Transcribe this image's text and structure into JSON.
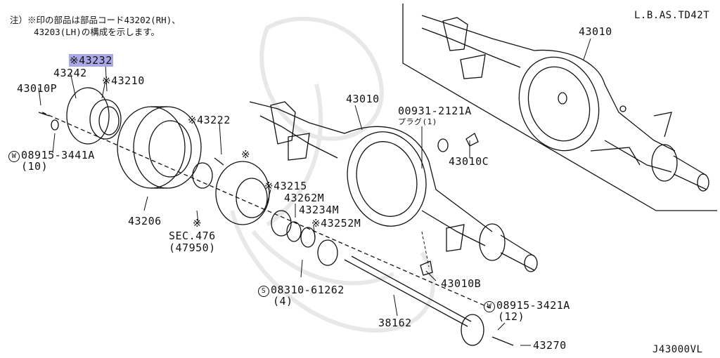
{
  "header": {
    "code": "L.B.AS.TD42T",
    "note_line1": "注）※印の部品は部品コード43202(RH)、",
    "note_line2": "43203(LH)の構成を示します。"
  },
  "footer": {
    "diagram_id": "J43000VL"
  },
  "parts": {
    "p43232": "※43232",
    "p43242": "43242",
    "p43210": "※43210",
    "p43010p": "43010P",
    "p08915_3441a": "08915-3441A",
    "p08915_3441a_qty": "(10)",
    "p43222": "※43222",
    "star1": "※",
    "p43206": "43206",
    "p43215": "※43215",
    "p43262m": "43262M",
    "p43234m": "43234M",
    "p43252m": "※43252M",
    "star2": "※",
    "sec476": "SEC.476",
    "sec476_sub": "(47950)",
    "p43010_mid": "43010",
    "p00931_2121a": "00931-2121A",
    "plug": "プラグ(1)",
    "p43010c": "43010C",
    "p43010_top": "43010",
    "p43010b": "43010B",
    "p08310_61262": "08310-61262",
    "p08310_61262_qty": "(4)",
    "p38162": "38162",
    "p08915_3421a": "08915-3421A",
    "p08915_3421a_qty": "(12)",
    "p43270": "43270",
    "w_mark": "W",
    "s_mark": "S"
  }
}
